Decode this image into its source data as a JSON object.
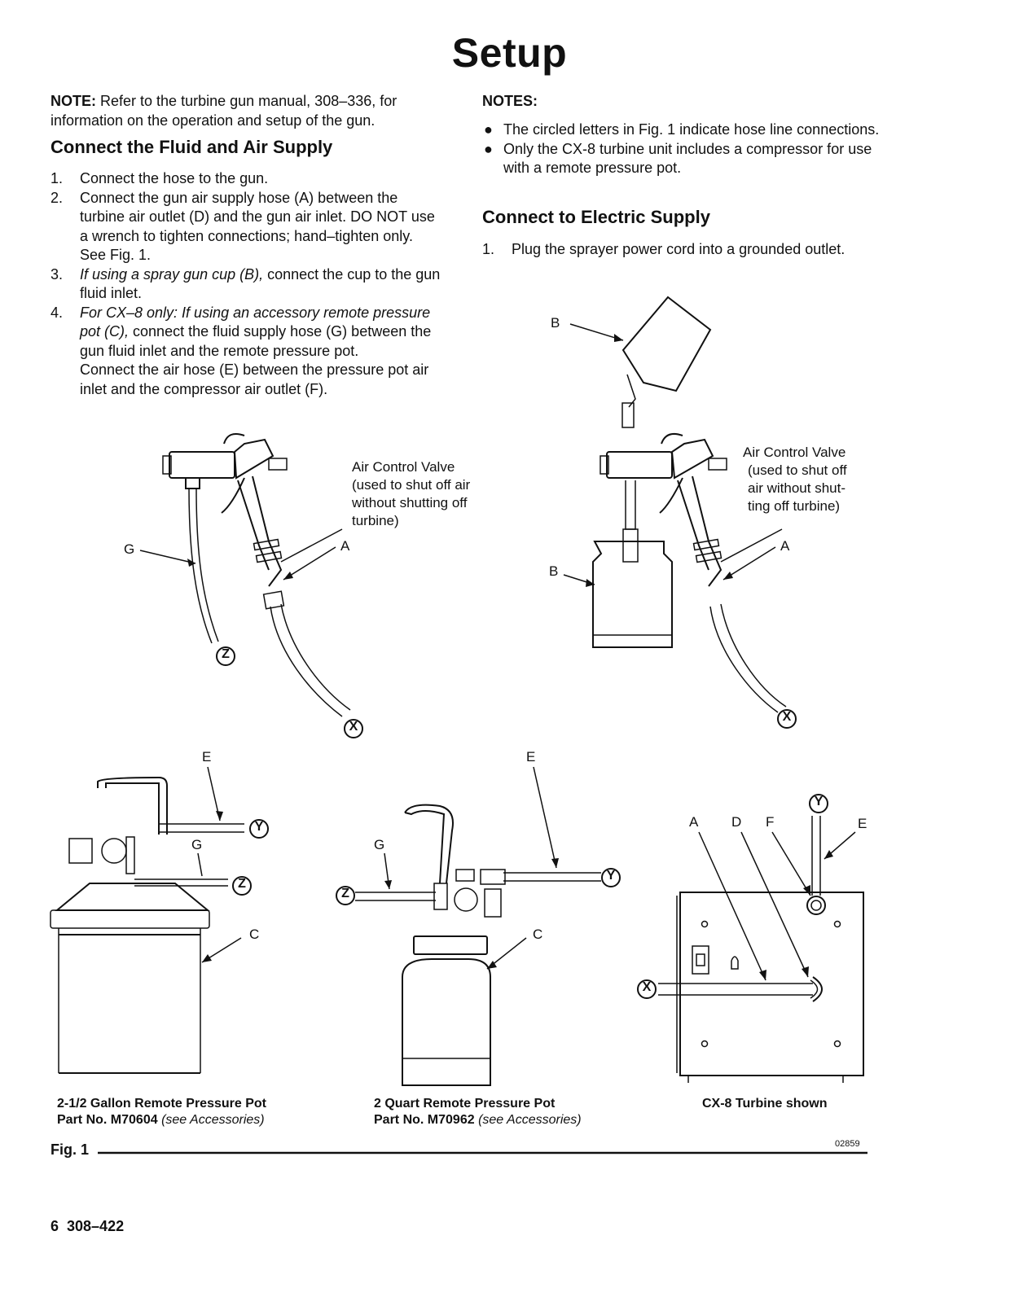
{
  "page_title": "Setup",
  "note": {
    "label": "NOTE:",
    "text": "Refer to the turbine gun manual, 308–336, for information on the operation and setup of the gun."
  },
  "section_fluid_air": {
    "heading": "Connect the Fluid and Air Supply",
    "steps": [
      {
        "num": "1.",
        "text": "Connect the hose to the gun."
      },
      {
        "num": "2.",
        "text": "Connect the gun air supply hose (A) between the turbine air outlet (D) and the gun air inlet. DO NOT use a wrench to tighten connections; hand–tighten only. See Fig. 1."
      },
      {
        "num": "3.",
        "italic": "If using a spray gun cup (B),",
        "text": "connect the cup to the gun fluid inlet."
      },
      {
        "num": "4.",
        "italic": "For CX–8 only: If using an accessory remote pressure pot (C),",
        "text": "connect the fluid supply hose (G) between the gun fluid inlet and the remote pressure pot.",
        "extra": "Connect the air hose (E) between the pressure pot air inlet and the compressor air outlet (F)."
      }
    ]
  },
  "notes": {
    "label": "NOTES:",
    "items": [
      "The circled letters in Fig. 1 indicate hose line connections.",
      "Only the CX-8 turbine unit includes a compressor for use with a remote pressure pot."
    ]
  },
  "section_electric": {
    "heading": "Connect to Electric Supply",
    "steps": [
      {
        "num": "1.",
        "text": "Plug the sprayer power cord into a grounded outlet."
      }
    ]
  },
  "figure": {
    "air_valve_left": [
      "Air Control Valve",
      "(used to shut off air",
      "without shutting off",
      "turbine)"
    ],
    "air_valve_right": [
      "Air Control Valve",
      "(used to shut off",
      "air without shut-",
      "ting off turbine)"
    ],
    "letters": {
      "A": "A",
      "B": "B",
      "C": "C",
      "D": "D",
      "E": "E",
      "F": "F",
      "G": "G",
      "X": "X",
      "Y": "Y",
      "Z": "Z"
    },
    "captions": [
      {
        "line1": "2-1/2 Gallon Remote Pressure Pot",
        "line2": "Part No. M70604",
        "line2_italic": "(see Accessories)"
      },
      {
        "line1": "2 Quart Remote Pressure Pot",
        "line2": "Part No. M70962",
        "line2_italic": "(see Accessories)"
      },
      {
        "line1": "CX-8 Turbine shown"
      }
    ],
    "fig_label": "Fig. 1",
    "fig_code": "02859"
  },
  "footer": {
    "page_ref": "6  308–422"
  }
}
